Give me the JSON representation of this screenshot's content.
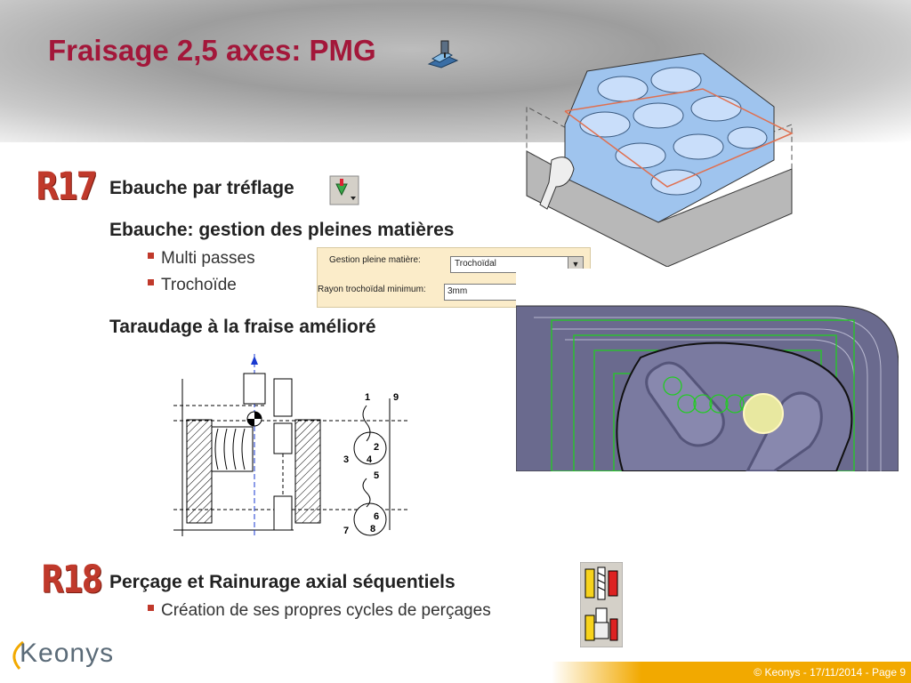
{
  "title": "Fraisage 2,5 axes: PMG",
  "badges": {
    "r17": "R17",
    "r18": "R18"
  },
  "sections": {
    "s1": "Ebauche par tréflage",
    "s2": "Ebauche: gestion des pleines matières",
    "s2_bullets": [
      "Multi passes",
      "Trochoïde"
    ],
    "s3": "Taraudage à la fraise amélioré",
    "s4": "Perçage et Rainurage axial séquentiels",
    "s4_bullets": [
      "Création de ses propres cycles de perçages"
    ]
  },
  "panel": {
    "label1": "Gestion pleine matière:",
    "value1": "Trochoïdal",
    "label2": "Rayon trochoïdal minimum:",
    "value2": "3mm",
    "help": "?"
  },
  "diagram_labels": [
    "1",
    "9",
    "2",
    "4",
    "3",
    "5",
    "6",
    "8",
    "7"
  ],
  "footer": "© Keonys - 17/11/2014  - Page 9",
  "logo": "Keonys",
  "colors": {
    "title": "#a3173a",
    "badge": "#c0392b",
    "footer": "#f2a900"
  }
}
